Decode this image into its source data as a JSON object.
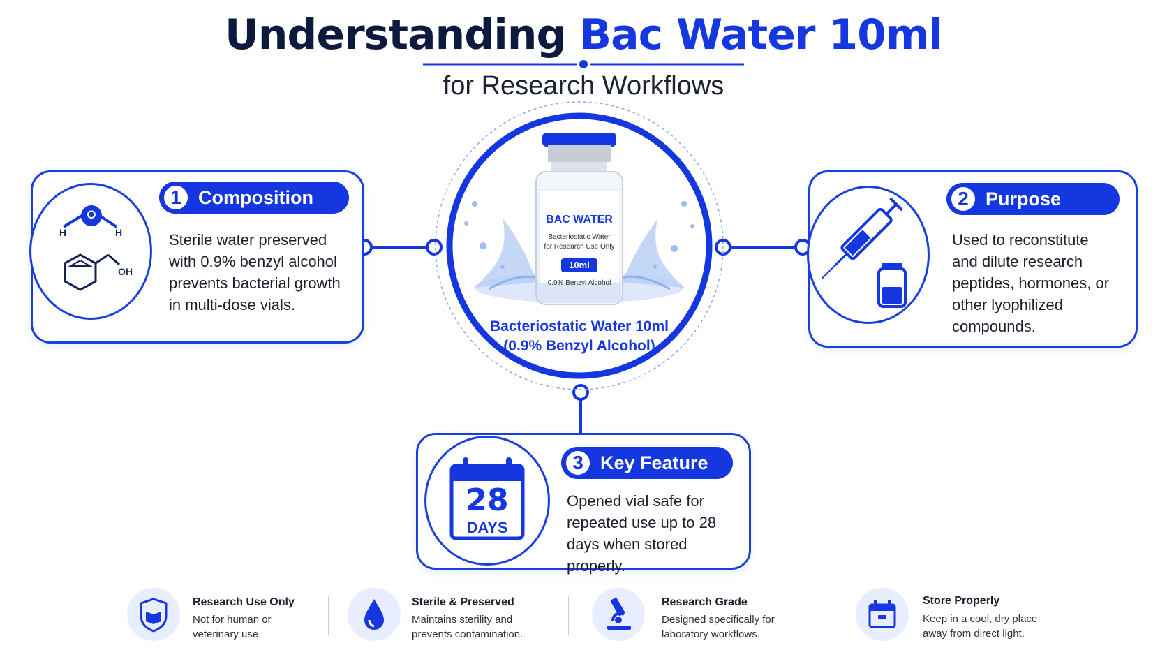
{
  "header": {
    "title_part1": "Understanding ",
    "title_part2": "Bac Water 10ml",
    "subtitle": "for Research Workflows"
  },
  "center": {
    "vial_brand": "BAC WATER",
    "vial_line1": "Bacteriostatic Water",
    "vial_line2": "for Research Use Only",
    "vial_volume": "10ml",
    "vial_footer": "0.9% Benzyl Alcohol",
    "caption_line1": "Bacteriostatic Water 10ml",
    "caption_line2": "(0.9% Benzyl Alcohol)"
  },
  "cards": {
    "composition": {
      "number": "1",
      "label": "Composition",
      "description": "Sterile water preserved with 0.9% benzyl alcohol prevents bacterial growth in multi-dose vials.",
      "molecule_o": "O",
      "molecule_h1": "H",
      "molecule_h2": "H",
      "molecule_oh": "OH"
    },
    "purpose": {
      "number": "2",
      "label": "Purpose",
      "description": "Used to reconstitute and dilute research peptides, hormones, or other lyophilized compounds."
    },
    "key_feature": {
      "number": "3",
      "label": "Key Feature",
      "description": "Opened vial safe for repeated use up to 28 days when stored properly.",
      "calendar_number": "28",
      "calendar_unit": "DAYS"
    }
  },
  "footer": [
    {
      "icon": "shield-book-icon",
      "title": "Research Use Only",
      "description": "Not for human or veterinary use."
    },
    {
      "icon": "water-drop-icon",
      "title": "Sterile & Preserved",
      "description": "Maintains sterility and prevents contamination."
    },
    {
      "icon": "microscope-icon",
      "title": "Research Grade",
      "description": "Designed specifically for laboratory workflows."
    },
    {
      "icon": "storage-box-icon",
      "title": "Store Properly",
      "description": "Keep in a cool, dry place away from direct light."
    }
  ],
  "colors": {
    "accent": "#1537e0",
    "navy": "#0e1a3d",
    "light_tint": "#e8eeff"
  }
}
